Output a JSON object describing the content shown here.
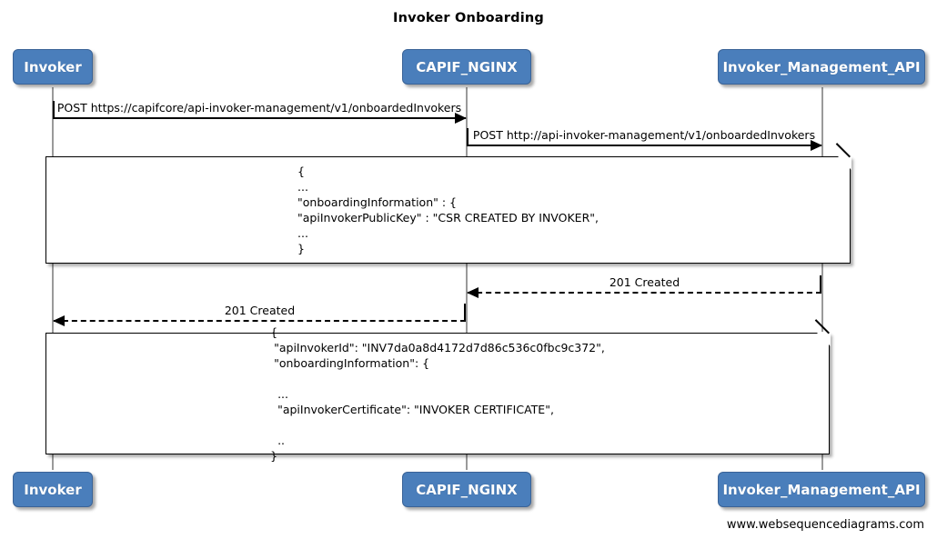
{
  "diagram": {
    "title": "Invoker Onboarding",
    "type": "sequence-diagram",
    "accent_color": "#4a7ebb",
    "border_color": "#3a6397",
    "line_color": "#000000",
    "lifeline_color": "#9a9a9a",
    "background": "#ffffff"
  },
  "participants": [
    {
      "id": "invoker",
      "label": "Invoker"
    },
    {
      "id": "capif_nginx",
      "label": "CAPIF_NGINX"
    },
    {
      "id": "invoker_management_api",
      "label": "Invoker_Management_API"
    }
  ],
  "messages": [
    {
      "id": "m1",
      "label": "POST https://capifcore/api-invoker-management/v1/onboardedInvokers",
      "from": "invoker",
      "to": "capif_nginx",
      "style": "solid",
      "direction": "right"
    },
    {
      "id": "m2",
      "label": "POST http://api-invoker-management/v1/onboardedInvokers",
      "from": "capif_nginx",
      "to": "invoker_management_api",
      "style": "solid",
      "direction": "right"
    },
    {
      "id": "m3",
      "label": "201 Created",
      "from": "invoker_management_api",
      "to": "capif_nginx",
      "style": "dashed",
      "direction": "left"
    },
    {
      "id": "m4",
      "label": "201 Created",
      "from": "capif_nginx",
      "to": "invoker",
      "style": "dashed",
      "direction": "left"
    }
  ],
  "notes": [
    {
      "id": "note1",
      "text": "{\n...\n\"onboardingInformation\" : {\n\"apiInvokerPublicKey\" : \"CSR CREATED BY INVOKER\",\n...\n}"
    },
    {
      "id": "note2",
      "text": "{\n \"apiInvokerId\": \"INV7da0a8d4172d7d86c536c0fbc9c372\",\n \"onboardingInformation\": {\n\n  ...\n  \"apiInvokerCertificate\": \"INVOKER CERTIFICATE\",\n\n  ..\n}"
    }
  ],
  "footer": {
    "watermark": "www.websequencediagrams.com"
  }
}
